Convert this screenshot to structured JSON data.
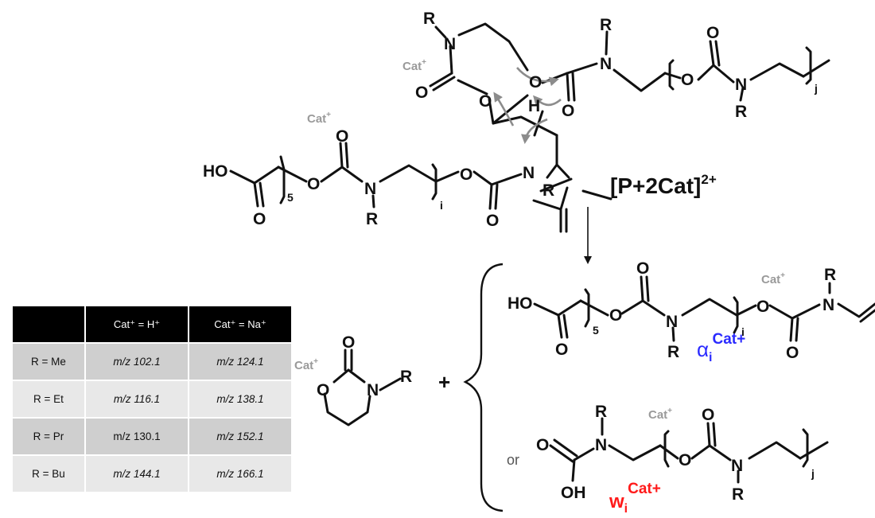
{
  "labels": {
    "precursor": "[P+2Cat]",
    "precursor_charge": "2+",
    "cat": "Cat",
    "cat_sup": "+",
    "hydrogen": "H",
    "oxygen": "O",
    "nitrogen": "N",
    "R": "R",
    "HO": "HO",
    "OH": "OH",
    "idx_5": "5",
    "idx_i": "i",
    "idx_j": "j",
    "plus": "+",
    "or": "or",
    "alpha": "α",
    "alpha_sub": "i",
    "alpha_sup": "Cat+",
    "w": "w",
    "w_sub": "i",
    "w_sup": "Cat+"
  },
  "colors": {
    "alpha_fragment": "#2b2bff",
    "w_fragment": "#ff1a1a",
    "cation_label": "#9a9a9a",
    "table_header": "#000000"
  },
  "table": {
    "headers": [
      "",
      "Cat⁺ = H⁺",
      "Cat⁺ = Na⁺"
    ],
    "rows": [
      {
        "r": "R = Me",
        "h": "m/z 102.1",
        "na": "m/z 124.1"
      },
      {
        "r": "R = Et",
        "h": "m/z 116.1",
        "na": "m/z 138.1"
      },
      {
        "r": "R = Pr",
        "h": "m/z 130.1",
        "na": "m/z 152.1"
      },
      {
        "r": "R = Bu",
        "h": "m/z 144.1",
        "na": "m/z 166.1"
      }
    ]
  }
}
